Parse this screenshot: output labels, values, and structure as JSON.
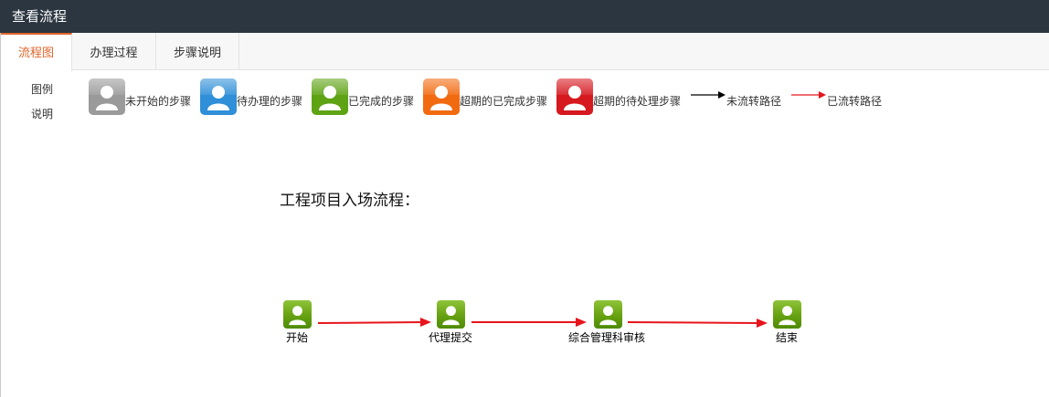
{
  "window": {
    "title": "查看流程"
  },
  "tabs": [
    {
      "label": "流程图",
      "active": true
    },
    {
      "label": "办理过程",
      "active": false
    },
    {
      "label": "步骤说明",
      "active": false
    }
  ],
  "sidebar": {
    "legend_label": "图例",
    "desc_label": "说明"
  },
  "legend": {
    "items": [
      {
        "label": "未开始的步骤",
        "icon": "person-gray-icon",
        "color": "#9a9a9a"
      },
      {
        "label": "待办理的步骤",
        "icon": "person-blue-icon",
        "color": "#2f8fd8"
      },
      {
        "label": "已完成的步骤",
        "icon": "person-green-icon",
        "color": "#5ea314"
      },
      {
        "label": "超期的已完成步骤",
        "icon": "person-orange-icon",
        "color": "#f26a10"
      },
      {
        "label": "超期的待处理步骤",
        "icon": "person-red-icon",
        "color": "#d6181f"
      }
    ],
    "arrows": [
      {
        "label": "未流转路径",
        "color": "#000000"
      },
      {
        "label": "已流转路径",
        "color": "#e8141c"
      }
    ]
  },
  "flow": {
    "title": "工程项目入场流程：",
    "nodes": [
      {
        "label": "开始",
        "status": "completed"
      },
      {
        "label": "代理提交",
        "status": "completed"
      },
      {
        "label": "综合管理科审核",
        "status": "completed"
      },
      {
        "label": "结束",
        "status": "completed"
      }
    ],
    "path_color": "#e8141c"
  }
}
